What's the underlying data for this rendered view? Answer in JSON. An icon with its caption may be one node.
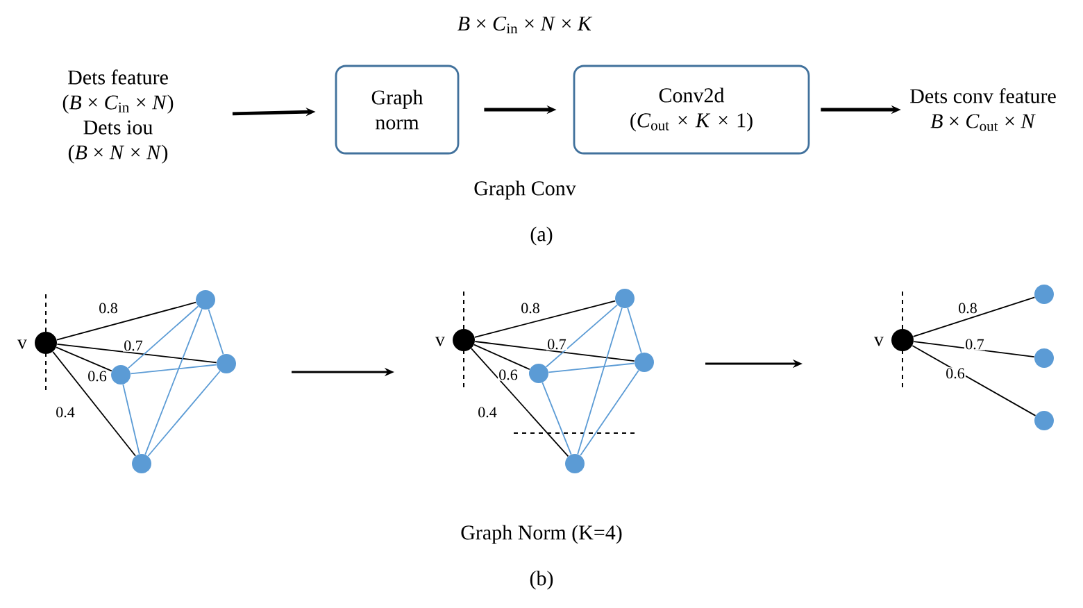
{
  "diagram": {
    "nodes": [
      {
        "text": [
          "Dets feature",
          "(*B* × *C*$_{in}$ × *N*)",
          "Dets iou",
          "(*B* × *N* × *N*)"
        ]
      },
      {
        "text": [
          "Graph norm"
        ]
      },
      {
        "text": [
          "Conv2d",
          "(*C*$_{out}$ × *K* × 1)"
        ]
      },
      {
        "text": [
          "Dets conv feature",
          "*B* × *C*$_{out}$ × *N*"
        ]
      },
      {
        "text": [],
        "shape": "circle",
        "beside": [
          "v"
        ]
      },
      {
        "text": [],
        "shape": "circle"
      },
      {
        "text": [],
        "shape": "circle"
      },
      {
        "text": [],
        "shape": "circle"
      },
      {
        "text": [],
        "shape": "circle"
      },
      {
        "text": [],
        "shape": "circle",
        "beside": [
          "v"
        ]
      },
      {
        "text": [],
        "shape": "circle"
      },
      {
        "text": [],
        "shape": "circle"
      },
      {
        "text": [],
        "shape": "circle"
      },
      {
        "text": [],
        "shape": "circle"
      },
      {
        "text": [],
        "shape": "circle",
        "beside": [
          "v"
        ]
      },
      {
        "text": [],
        "shape": "circle"
      },
      {
        "text": [],
        "shape": "circle"
      },
      {
        "text": [],
        "shape": "circle"
      }
    ],
    "edges": [
      {
        "from": 0,
        "to": 1,
        "arrow": "to",
        "style": "thick"
      },
      {
        "from": 1,
        "to": 2,
        "arrow": "to",
        "style": "thick"
      },
      {
        "from": 2,
        "to": 3,
        "arrow": "to",
        "style": "thick"
      },
      {
        "from": 4,
        "to": 5,
        "arrow": "none",
        "label": "0.8"
      },
      {
        "from": 4,
        "to": 6,
        "arrow": "none",
        "label": "0.7"
      },
      {
        "from": 4,
        "to": 7,
        "arrow": "none",
        "label": "0.6"
      },
      {
        "from": 4,
        "to": 8,
        "arrow": "none",
        "label": "0.4"
      },
      {
        "from": 5,
        "to": 6,
        "arrow": "none",
        "color": "#5b9bd5"
      },
      {
        "from": 5,
        "to": 7,
        "arrow": "none",
        "color": "#5b9bd5"
      },
      {
        "from": 5,
        "to": 8,
        "arrow": "none",
        "color": "#5b9bd5"
      },
      {
        "from": 7,
        "to": 6,
        "arrow": "none",
        "color": "#5b9bd5"
      },
      {
        "from": 6,
        "to": 8,
        "arrow": "none",
        "color": "#5b9bd5"
      },
      {
        "from": 7,
        "to": 8,
        "arrow": "none",
        "color": "#5b9bd5"
      },
      {
        "from": 9,
        "to": 10,
        "arrow": "none",
        "label": "0.8"
      },
      {
        "from": 9,
        "to": 11,
        "arrow": "none",
        "label": "0.7"
      },
      {
        "from": 9,
        "to": 12,
        "arrow": "none",
        "label": "0.6"
      },
      {
        "from": 9,
        "to": 13,
        "arrow": "none",
        "label": "0.4"
      },
      {
        "from": 10,
        "to": 11,
        "arrow": "none",
        "color": "#5b9bd5"
      },
      {
        "from": 10,
        "to": 12,
        "arrow": "none",
        "color": "#5b9bd5"
      },
      {
        "from": 10,
        "to": 13,
        "arrow": "none",
        "color": "#5b9bd5"
      },
      {
        "from": 12,
        "to": 11,
        "arrow": "none",
        "color": "#5b9bd5"
      },
      {
        "from": 11,
        "to": 13,
        "arrow": "none",
        "color": "#5b9bd5"
      },
      {
        "from": 12,
        "to": 13,
        "arrow": "none",
        "color": "#5b9bd5"
      },
      {
        "from": 14,
        "to": 15,
        "arrow": "none",
        "label": "0.8"
      },
      {
        "from": 14,
        "to": 16,
        "arrow": "none",
        "label": "0.7"
      },
      {
        "from": 14,
        "to": 17,
        "arrow": "none",
        "label": "0.6"
      }
    ],
    "labels": [
      "*B* × *C*$_{in}$ × *N* × *K*",
      "Graph Conv",
      "(a)",
      "Graph Norm (K=4)",
      "(b)"
    ]
  }
}
